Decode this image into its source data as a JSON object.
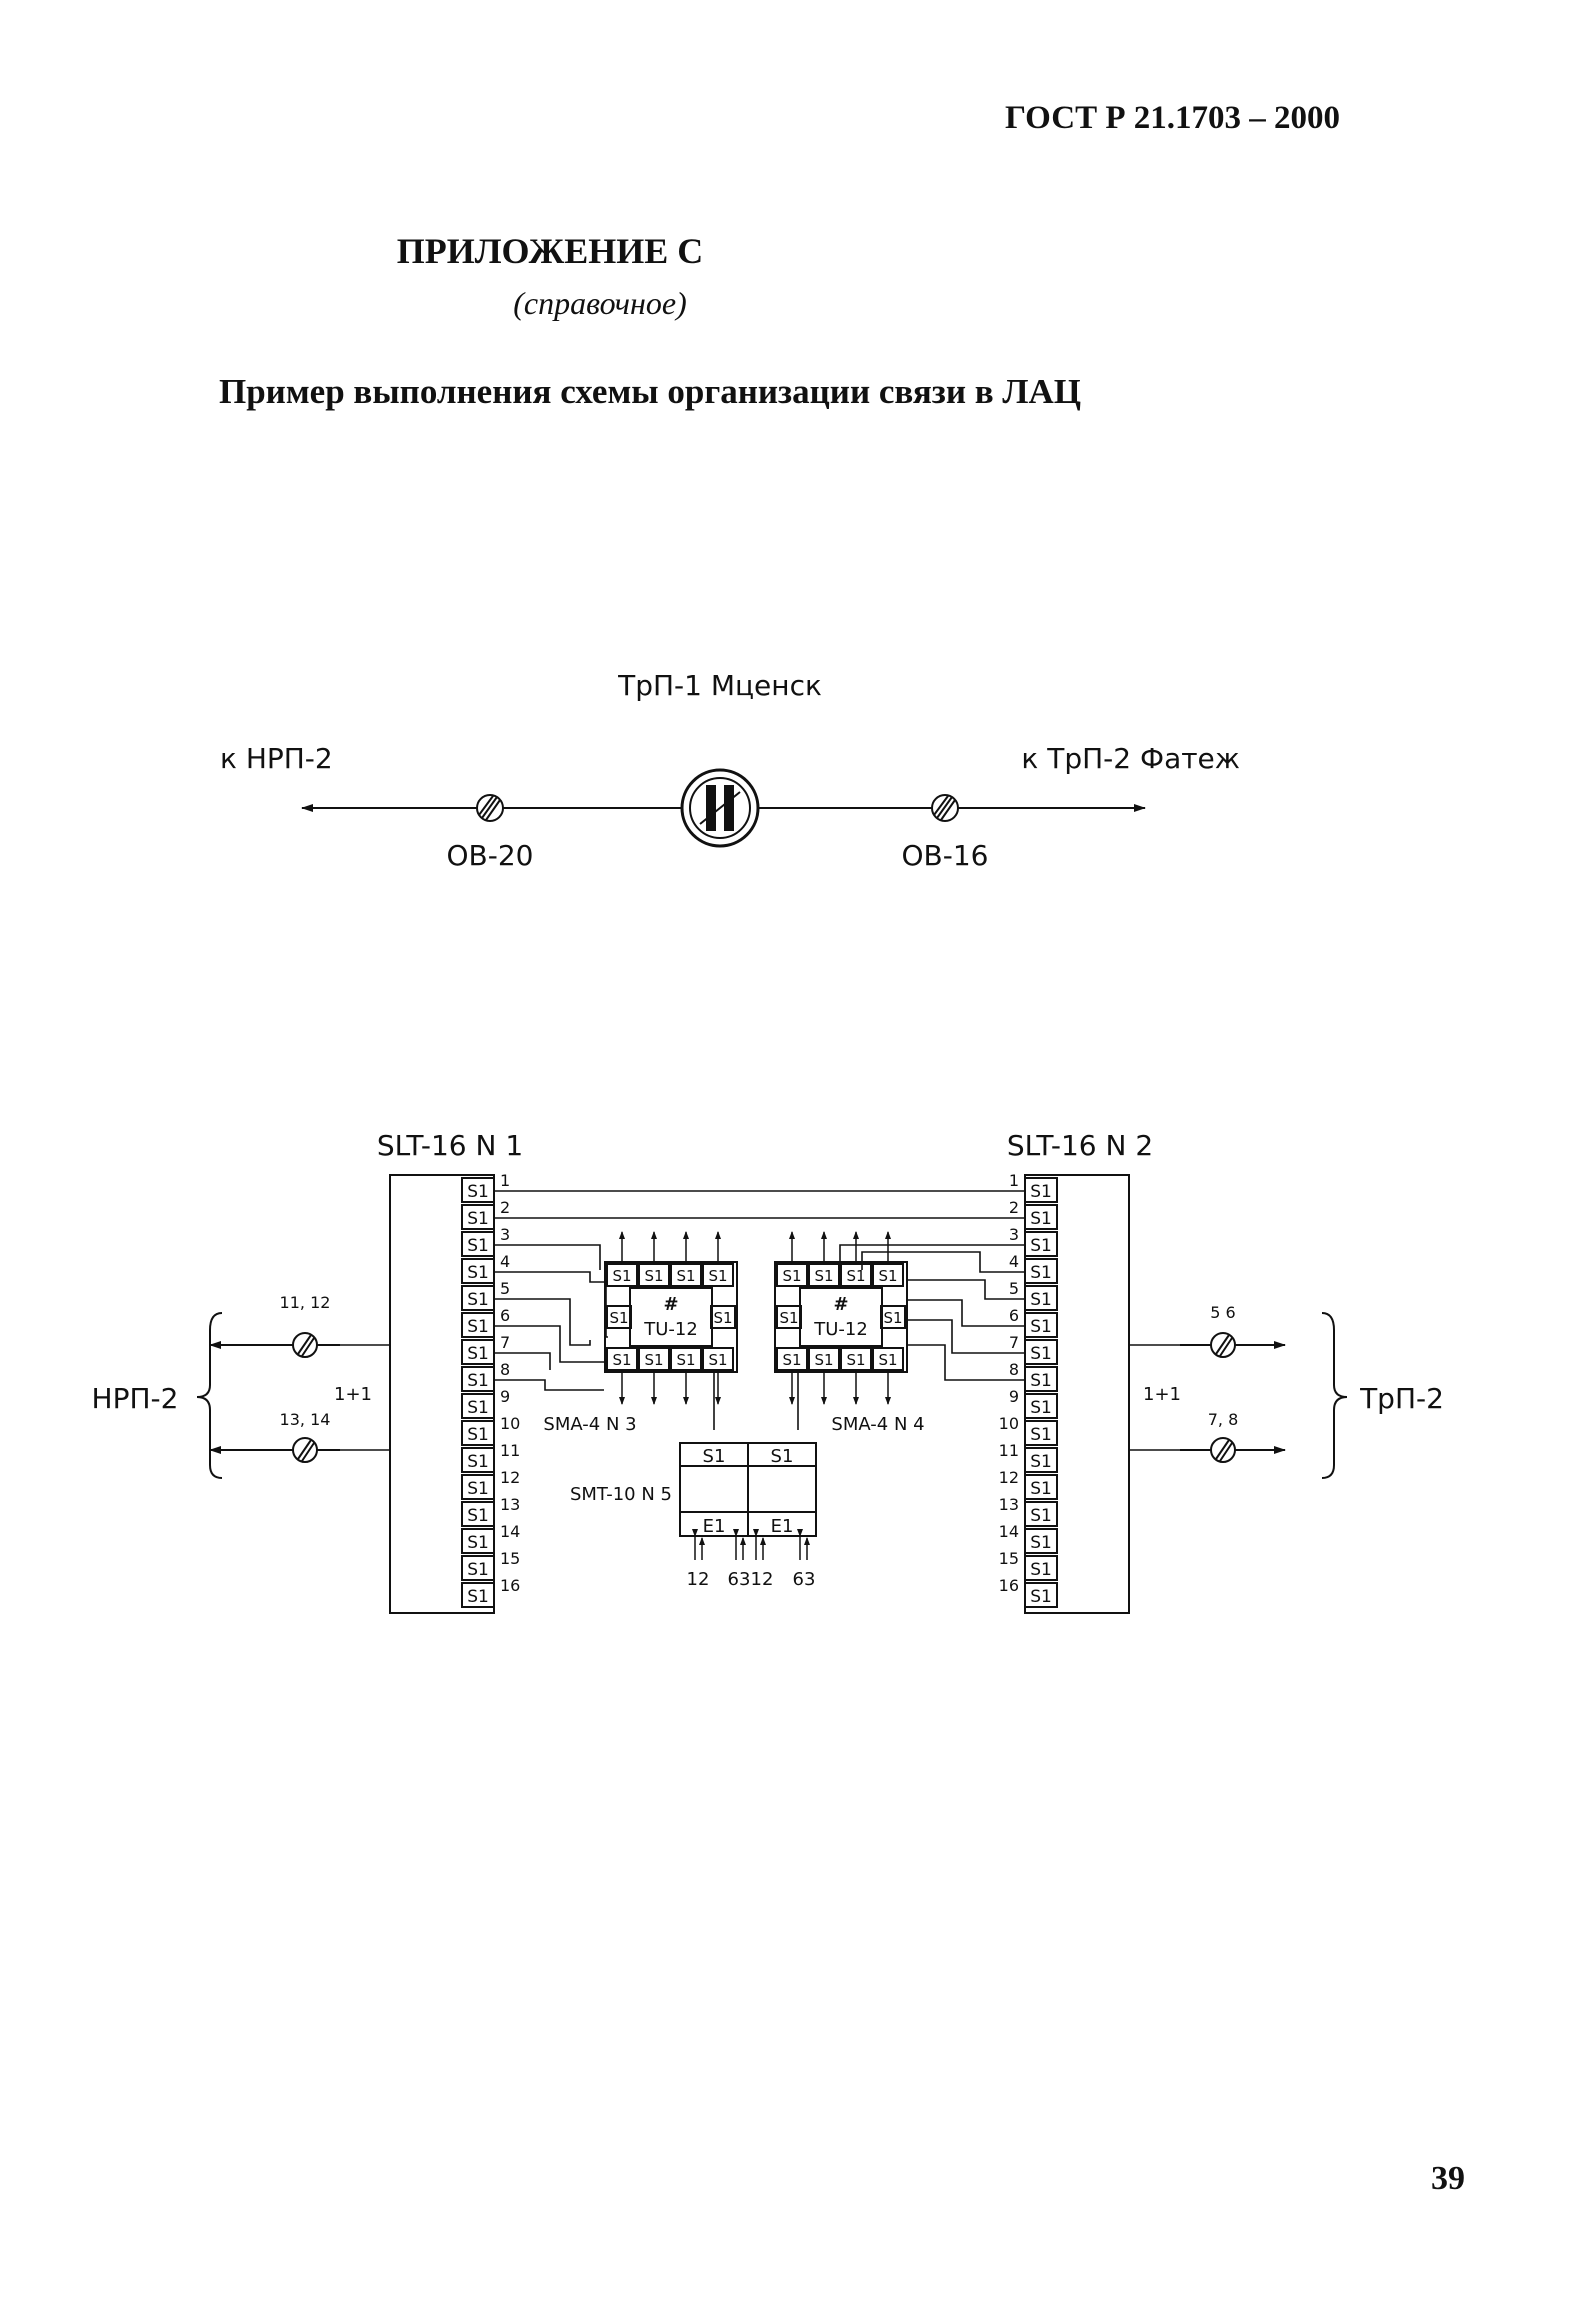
{
  "header": {
    "standard": "ГОСТ Р 21.1703 – 2000"
  },
  "appendix": {
    "title": "ПРИЛОЖЕНИЕ С",
    "subtitle": "(справочное)"
  },
  "doc_title": "Пример выполнения схемы организации связи в ЛАЦ",
  "page_number": "39",
  "route": {
    "station": "ТрП-1 Мценск",
    "left_dest": "к НРП-2",
    "right_dest": "к ТрП-2 Фатеж",
    "left_cable": "ОВ-20",
    "right_cable": "ОВ-16"
  },
  "scheme": {
    "slt1_label": "SLT-16 N 1",
    "slt2_label": "SLT-16 N 2",
    "slot_label": "S1",
    "port_numbers": [
      "1",
      "2",
      "3",
      "4",
      "5",
      "6",
      "7",
      "8",
      "9",
      "10",
      "11",
      "12",
      "13",
      "14",
      "15",
      "16"
    ],
    "left_group": "НРП-2",
    "right_group": "ТрП-2",
    "protection": "1+1",
    "left_fiber_top": "11, 12",
    "left_fiber_bottom": "13, 14",
    "right_fiber_top": "5 6",
    "right_fiber_bottom": "7, 8",
    "sma3_label": "SMA-4 N 3",
    "sma4_label": "SMA-4 N 4",
    "sma_hash": "#",
    "sma_core": "TU-12",
    "smt_label": "SMT-10 N 5",
    "smt_top_slot": "S1",
    "smt_bottom_slot": "E1",
    "smt_bottom_labels": [
      "12",
      "63",
      "12",
      "63"
    ]
  }
}
